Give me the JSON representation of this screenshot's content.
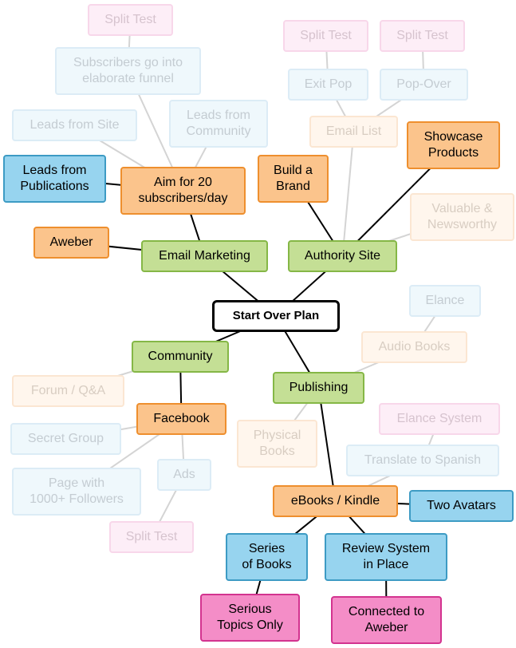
{
  "title": "Start Over Plan",
  "palette": {
    "edge": "#000000",
    "faded_edge": "#d4d4d4",
    "green": "#c4df95",
    "orange": "#fbc48c",
    "blue": "#97d4ef",
    "pink": "#f48dc7"
  },
  "nodes": {
    "root": {
      "label": "Start Over Plan"
    },
    "email_marketing": {
      "label": "Email Marketing"
    },
    "authority_site": {
      "label": "Authority Site"
    },
    "community": {
      "label": "Community"
    },
    "publishing": {
      "label": "Publishing"
    },
    "aweber": {
      "label": "Aweber"
    },
    "aim_20": {
      "label": "Aim for 20\nsubscribers/day"
    },
    "leads_publications": {
      "label": "Leads from\nPublications"
    },
    "leads_site": {
      "label": "Leads from Site"
    },
    "leads_community": {
      "label": "Leads from\nCommunity"
    },
    "subscribers_funnel": {
      "label": "Subscribers go into\nelaborate funnel"
    },
    "split_test_top_left": {
      "label": "Split Test"
    },
    "build_brand": {
      "label": "Build a\nBrand"
    },
    "showcase_products": {
      "label": "Showcase\nProducts"
    },
    "valuable_newsworthy": {
      "label": "Valuable &\nNewsworthy"
    },
    "email_list": {
      "label": "Email List"
    },
    "exit_pop": {
      "label": "Exit Pop"
    },
    "pop_over": {
      "label": "Pop-Over"
    },
    "split_test_exit": {
      "label": "Split Test"
    },
    "split_test_pop": {
      "label": "Split Test"
    },
    "facebook": {
      "label": "Facebook"
    },
    "forum_qa": {
      "label": "Forum / Q&A"
    },
    "secret_group": {
      "label": "Secret Group"
    },
    "page_followers": {
      "label": "Page with\n1000+ Followers"
    },
    "ads": {
      "label": "Ads"
    },
    "split_test_ads": {
      "label": "Split Test"
    },
    "ebooks_kindle": {
      "label": "eBooks / Kindle"
    },
    "physical_books": {
      "label": "Physical\nBooks"
    },
    "audio_books": {
      "label": "Audio Books"
    },
    "elance": {
      "label": "Elance"
    },
    "elance_system": {
      "label": "Elance System"
    },
    "translate_spanish": {
      "label": "Translate to Spanish"
    },
    "two_avatars": {
      "label": "Two Avatars"
    },
    "series_books": {
      "label": "Series\nof Books"
    },
    "review_system": {
      "label": "Review System\nin Place"
    },
    "serious_topics": {
      "label": "Serious\nTopics Only"
    },
    "connected_aweber": {
      "label": "Connected to\nAweber"
    }
  },
  "edges": [
    [
      "root",
      "email_marketing"
    ],
    [
      "root",
      "authority_site"
    ],
    [
      "root",
      "community"
    ],
    [
      "root",
      "publishing"
    ],
    [
      "email_marketing",
      "aweber"
    ],
    [
      "email_marketing",
      "aim_20"
    ],
    [
      "aim_20",
      "leads_publications"
    ],
    [
      "aim_20",
      "leads_site"
    ],
    [
      "aim_20",
      "leads_community"
    ],
    [
      "aim_20",
      "subscribers_funnel"
    ],
    [
      "subscribers_funnel",
      "split_test_top_left"
    ],
    [
      "authority_site",
      "build_brand"
    ],
    [
      "authority_site",
      "showcase_products"
    ],
    [
      "authority_site",
      "valuable_newsworthy"
    ],
    [
      "authority_site",
      "email_list"
    ],
    [
      "email_list",
      "exit_pop"
    ],
    [
      "email_list",
      "pop_over"
    ],
    [
      "exit_pop",
      "split_test_exit"
    ],
    [
      "pop_over",
      "split_test_pop"
    ],
    [
      "community",
      "forum_qa"
    ],
    [
      "community",
      "facebook"
    ],
    [
      "facebook",
      "secret_group"
    ],
    [
      "facebook",
      "page_followers"
    ],
    [
      "facebook",
      "ads"
    ],
    [
      "ads",
      "split_test_ads"
    ],
    [
      "publishing",
      "physical_books"
    ],
    [
      "publishing",
      "audio_books"
    ],
    [
      "publishing",
      "ebooks_kindle"
    ],
    [
      "audio_books",
      "elance"
    ],
    [
      "ebooks_kindle",
      "translate_spanish"
    ],
    [
      "ebooks_kindle",
      "two_avatars"
    ],
    [
      "ebooks_kindle",
      "series_books"
    ],
    [
      "ebooks_kindle",
      "review_system"
    ],
    [
      "translate_spanish",
      "elance_system"
    ],
    [
      "series_books",
      "serious_topics"
    ],
    [
      "review_system",
      "connected_aweber"
    ]
  ]
}
